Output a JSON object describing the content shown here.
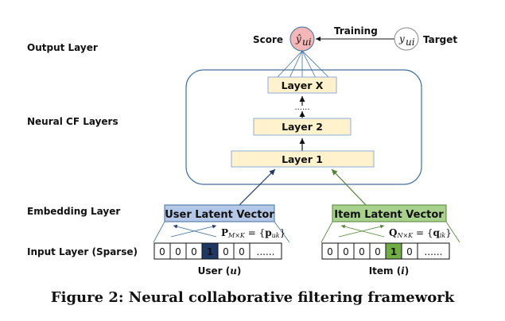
{
  "row_labels": {
    "output": "Output Layer",
    "neural": "Neural CF Layers",
    "embedding": "Embedding Layer",
    "input": "Input Layer (Sparse)"
  },
  "output": {
    "score_label": "Score",
    "target_label": "Target",
    "training_label": "Training",
    "prediction_symbol": "ŷ",
    "prediction_sub": "ui",
    "target_symbol": "y",
    "target_sub": "ui"
  },
  "layers": [
    "Layer X",
    "......",
    "Layer 2",
    "Layer 1"
  ],
  "user": {
    "vector_label": "User Latent Vector",
    "matrix": "P",
    "matrix_sub": "M×K",
    "matrix_eq": " = {",
    "elem": "p",
    "elem_sub": "uk",
    "close": "}",
    "cells": [
      "0",
      "0",
      "0",
      "1",
      "0",
      "0",
      "......"
    ],
    "active_index": 3,
    "caption": "User (",
    "caption_var": "u",
    "caption_end": ")"
  },
  "item": {
    "vector_label": "Item Latent Vector",
    "matrix": "Q",
    "matrix_sub": "N×K",
    "matrix_eq": " = {",
    "elem": "q",
    "elem_sub": "ik",
    "close": "}",
    "cells": [
      "0",
      "0",
      "0",
      "0",
      "1",
      "0",
      "......"
    ],
    "active_index": 4,
    "caption": "Item (",
    "caption_var": "i",
    "caption_end": ")"
  },
  "colors": {
    "user_accent": "#1f3864",
    "user_box": "#b4c7e7",
    "item_accent": "#548235",
    "item_box": "#a9d18e",
    "active_item_cell": "#70ad47",
    "layer_fill": "#fff2cc",
    "score_fill": "#f4b6b6",
    "frame": "#41719c"
  },
  "caption": "Figure 2: Neural collaborative filtering framework"
}
